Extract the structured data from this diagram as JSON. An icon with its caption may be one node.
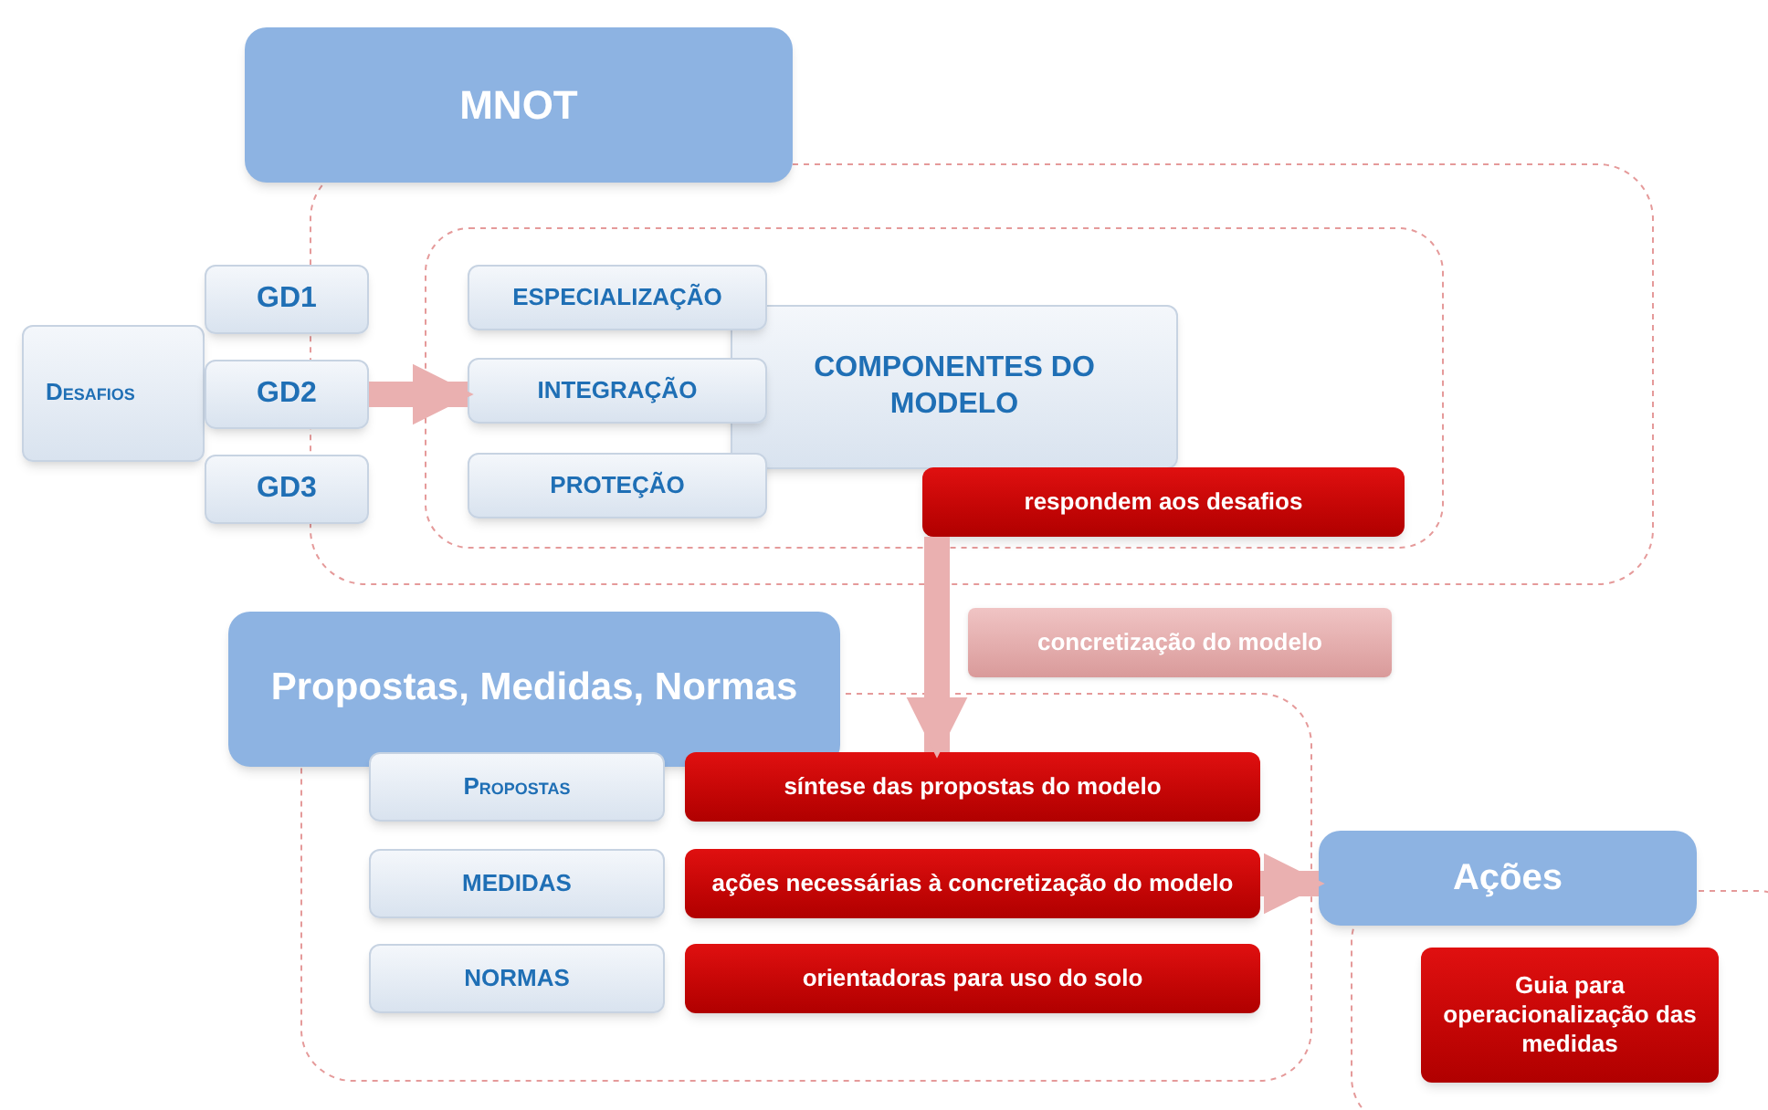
{
  "diagram": {
    "nodes": [
      {
        "text": [
          "MNOT"
        ]
      },
      {
        "text": [
          "Desafios"
        ]
      },
      {
        "text": [
          "GD1"
        ]
      },
      {
        "text": [
          "GD2"
        ]
      },
      {
        "text": [
          "GD3"
        ]
      },
      {
        "text": [
          "COMPONENTES DO MODELO"
        ]
      },
      {
        "text": [
          "ESPECIALIZAÇÃO"
        ]
      },
      {
        "text": [
          "INTEGRAÇÃO"
        ]
      },
      {
        "text": [
          "PROTEÇÃO"
        ]
      },
      {
        "text": [
          "respondem aos desafios"
        ]
      },
      {
        "text": [
          "concretização do modelo"
        ]
      },
      {
        "text": [
          "Propostas, Medidas, Normas"
        ]
      },
      {
        "text": [
          "Propostas"
        ]
      },
      {
        "text": [
          "MEDIDAS"
        ]
      },
      {
        "text": [
          "NORMAS"
        ]
      },
      {
        "text": [
          "síntese das propostas do modelo"
        ]
      },
      {
        "text": [
          "ações necessárias à concretização do modelo"
        ]
      },
      {
        "text": [
          "orientadoras para uso do solo"
        ]
      },
      {
        "text": [
          "Ações"
        ]
      },
      {
        "text": [
          "Guia para operacionalização das medidas"
        ]
      }
    ],
    "edges": [
      {
        "from": 3,
        "to": 7,
        "arrow": "to"
      },
      {
        "from": 9,
        "to": 15,
        "arrow": "to"
      },
      {
        "from": 16,
        "to": 18,
        "arrow": "to"
      }
    ]
  }
}
